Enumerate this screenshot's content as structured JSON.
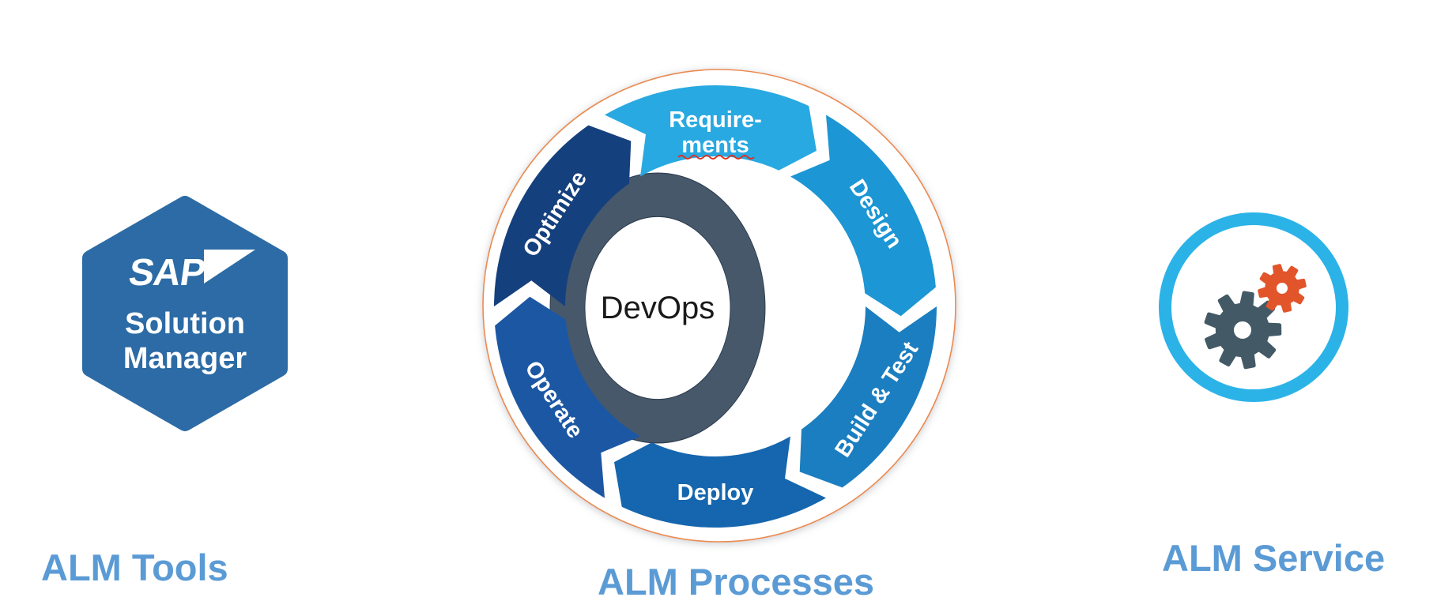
{
  "badge": {
    "logo": "SAP",
    "product_line1": "Solution",
    "product_line2": "Manager",
    "bg_color": "#2C6BA5"
  },
  "wheel": {
    "hub_label": "DevOps",
    "flow": "clockwise",
    "rim_color": "#EC8A50",
    "ring_color": "#47586B",
    "ring_edge_color": "#2C3B4D",
    "segments": [
      {
        "id": "requirements",
        "lines": [
          "Require-",
          "ments"
        ],
        "color": "#29A9E1",
        "angle": 0,
        "text_rotation": 0,
        "spellcheck_underline": true
      },
      {
        "id": "design",
        "lines": [
          "Design"
        ],
        "color": "#1C96D4",
        "angle": 60,
        "text_rotation": 57
      },
      {
        "id": "build-test",
        "lines": [
          "Build & Test"
        ],
        "color": "#1B7EC0",
        "angle": 120,
        "text_rotation": -57
      },
      {
        "id": "deploy",
        "lines": [
          "Deploy"
        ],
        "color": "#1566AE",
        "angle": 180,
        "text_rotation": 0
      },
      {
        "id": "operate",
        "lines": [
          "Operate"
        ],
        "color": "#1C57A4",
        "angle": 240,
        "text_rotation": 57
      },
      {
        "id": "optimize",
        "lines": [
          "Optimize"
        ],
        "color": "#15407E",
        "angle": 300,
        "text_rotation": -57
      }
    ]
  },
  "service_icon": {
    "ring_color": "#2BB3E8",
    "gear_large_color": "#435A66",
    "gear_small_color": "#E2552B"
  },
  "labels": {
    "tools": "ALM Tools",
    "processes": "ALM Processes",
    "service": "ALM Service",
    "color": "#5B9BD5"
  },
  "misspell_color": "#E0301E"
}
